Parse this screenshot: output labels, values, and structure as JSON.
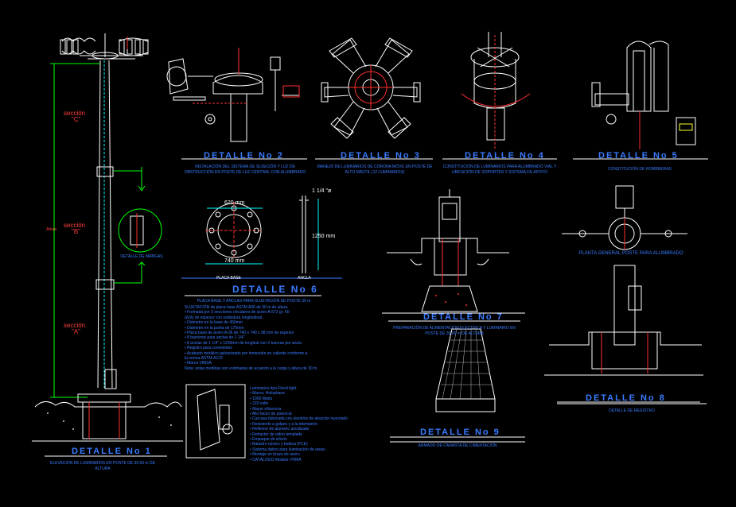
{
  "sections": {
    "c": {
      "word": "sección",
      "letter": "\"C\""
    },
    "b": {
      "word": "sección",
      "letter": "\"B\""
    },
    "a": {
      "word": "sección",
      "letter": "\"A\""
    }
  },
  "height_label": "Altura",
  "detail_titles": {
    "d1": "DETALLE No 1",
    "d2": "DETALLE No 2",
    "d3": "DETALLE No 3",
    "d4": "DETALLE No 4",
    "d5": "DETALLE No 5",
    "d6": "DETALLE No 6",
    "d7": "DETALLE No 7",
    "d8": "DETALLE No 8",
    "d9": "DETALLE No 9"
  },
  "captions": {
    "d1": "ELEVACIÓN DE LUMINARIOS EN POSTE DE 30.00 m DE ALTURA",
    "d2": "INSTALACIÓN DEL SISTEMA DE SUJECIÓN Y LUZ DE OBSTRUCCIÓN EN POSTE DE LUZ CENTRAL CON ALUMBRADO",
    "d3": "MANEJO DE LUMINARIOS DE CORONA MÓVIL EN POSTE DE ALTO MÁSTIL (12 LUMINARIOS)",
    "d4": "CONSTITUCIÓN DE LUMINARIOS PARA ALUMBRADO VIAL Y UBICACIÓN DE SOPORTES Y SISTEMA DE APOYO",
    "d5": "CONSTITUCIÓN DE HOMBRERAS",
    "d6": "PLACA BASE Y ANCLAS PARA SUJETACIÓN DE POSTE 30 m",
    "d7": "PREPARACIÓN DE ALIMENTACIÓN ELÉCTRICA Y LUMINARIO EN POSTE DE 30.00 m DE ALTURA",
    "d8": "DETALLE DE REGISTRO",
    "d9": "ARMADO DE CANASTA DE CIMENTACIÓN",
    "d8_plan": "PLANTA GENERAL POSTE PARA ALUMBRADO",
    "sleeve": "DETALLE DE MANGAS"
  },
  "d6_labels": {
    "diameter": "620 mm",
    "width": "740 mm",
    "anchor_dia": "1 1/4 \"ø",
    "anchor_len": "1250 mm",
    "plate": "PLACA BASE",
    "anchor": "ANCLA"
  },
  "d6_spec_lines": [
    "SUJETACIÓN de placa base ASTM A36 de 30 m de altura.",
    "• Formada por 3 secciones circulares de acero A-572 gr. 50",
    "(Δ/Δ) de espesor con soldadura longitudinal.",
    "• Diámetro en la base de 450mm",
    "• Diámetro en la punta de 170mm",
    "• Placa base de acero A-36 de 740 x 740 x 38 mm de espesor",
    "• 8 barrenos para anclas de 1 1/4\"",
    "• 8 anclas de 1 1/4\" x 1250mm de longitud con 2 tuercas por ancla",
    "• Registro para conexiones",
    "• Acabado metálico galvanizado por inmersión en caliente conforme a",
    "  la norma ASTM-A123",
    "• Marca VIMSA",
    "Nota: estas medidas son estimadas de acuerdo a la carga y altura de 30 m."
  ],
  "lum_lines": [
    "Luminarios tipo Flood light",
    "• Marca: Holophane",
    "• 1000 Watts",
    "• 220 volts",
    "• Mayor eficiencia",
    "• Alto factor de potencia",
    "• Carcasa fabricada con aluminio de aleación inyectado",
    "• Resistente a golpes y a la intemperie",
    "• Reflector de aluminio anodizado",
    "• Refractor de vidrio templado",
    "• Empaque de silicón",
    "• Balastro núcleo y bobina (FCE)",
    "• Sistema óptico para iluminación de áreas",
    "• Montaje en brazo de acero",
    "• CATÁLOGO Modelo: PMFA"
  ],
  "colors": {
    "background": "#000000",
    "cyan": "#00ffff",
    "red": "#ff3030",
    "green": "#00ff00",
    "white": "#ffffff",
    "blue": "#3a7bff",
    "yellow": "#ffff33",
    "magenta": "#ff33ff"
  }
}
